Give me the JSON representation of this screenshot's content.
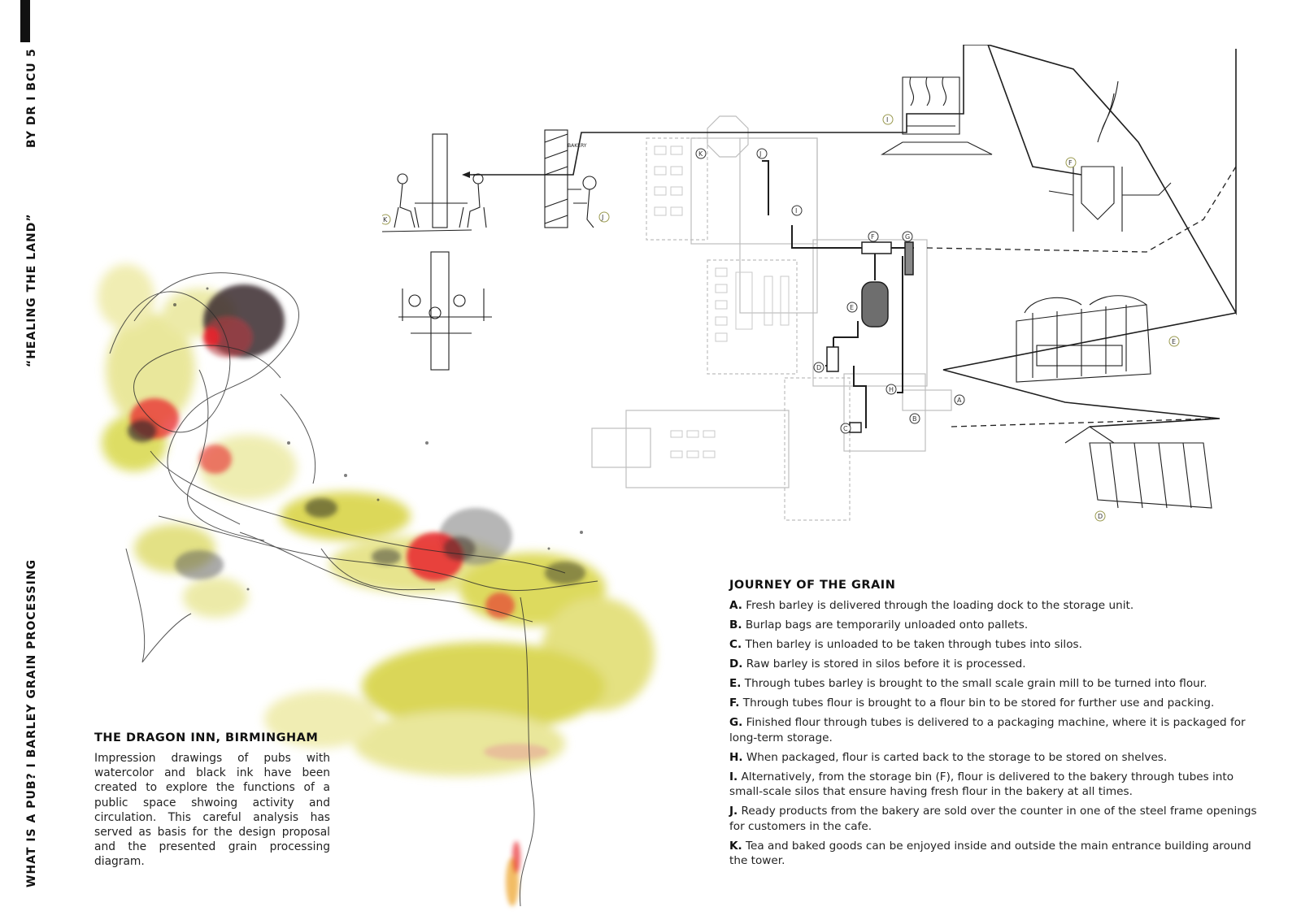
{
  "sidebar": {
    "page_number": "5",
    "author": "BY DR I BCU",
    "project": "“HEALING THE LAND”",
    "section": "WHAT IS A PUB? I BARLEY GRAIN PROCESSING"
  },
  "diagram": {
    "labels": [
      "A",
      "B",
      "C",
      "D",
      "E",
      "F",
      "G",
      "H",
      "I",
      "J",
      "K"
    ],
    "sketch_annotation": "BAKERY",
    "colors": {
      "ink": "#1e1e1e",
      "plan": "#bdbdbd",
      "hatch": "#555555"
    }
  },
  "watercolor": {
    "colors": {
      "yellow": "#c8cf2a",
      "red": "#e8262d",
      "dark": "#3a2a2e",
      "grey": "#7a7a7a"
    }
  },
  "dragon_inn": {
    "title": "THE DRAGON INN, BIRMINGHAM",
    "text": "Impression drawings of pubs with watercolor and black ink have been created to explore the functions of a public space shwoing activity and circulation. This careful analysis has served as basis for the design proposal and the presented grain processing diagram."
  },
  "journey": {
    "title": "JOURNEY OF THE GRAIN",
    "steps": [
      {
        "letter": "A.",
        "text": " Fresh barley is delivered through the loading dock to the storage unit."
      },
      {
        "letter": "B.",
        "text": " Burlap bags are temporarily unloaded onto pallets."
      },
      {
        "letter": "C.",
        "text": " Then barley is unloaded to be taken through tubes into silos."
      },
      {
        "letter": "D.",
        "text": " Raw barley is stored in silos before it is processed."
      },
      {
        "letter": "E.",
        "text": " Through tubes barley is brought to the small scale grain mill to be turned into flour."
      },
      {
        "letter": "F.",
        "text": " Through tubes flour is brought to a flour bin to be stored for further use and packing."
      },
      {
        "letter": "G.",
        "text": " Finished flour through tubes is delivered to a packaging machine, where it is packaged for long-term storage."
      },
      {
        "letter": "H.",
        "text": " When packaged, flour is carted back to the storage to be stored on shelves."
      },
      {
        "letter": "I.",
        "text": " Alternatively, from the storage bin (F), flour is delivered to the bakery through tubes into small-scale silos that ensure having fresh flour in the bakery at all times."
      },
      {
        "letter": "J.",
        "text": " Ready products from the bakery are sold over the counter in one of the steel frame openings for customers in the cafe."
      },
      {
        "letter": "K.",
        "text": " Tea and baked goods can be enjoyed inside and outside the main entrance building around the tower."
      }
    ]
  }
}
